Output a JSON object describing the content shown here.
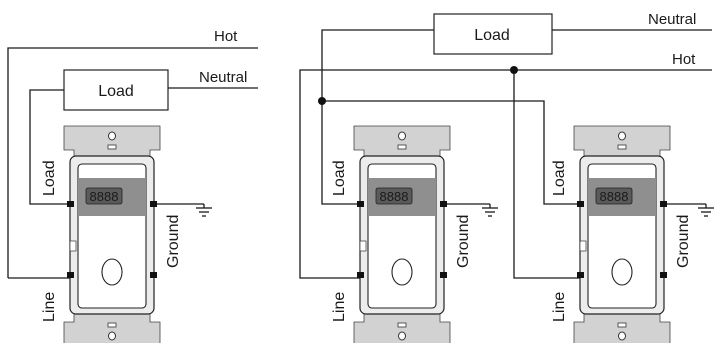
{
  "diagram_left": {
    "hot_label": "Hot",
    "neutral_label": "Neutral",
    "load_box_label": "Load",
    "switch": {
      "display_text": "8888",
      "load_terminal_label": "Load",
      "line_terminal_label": "Line",
      "ground_label": "Ground"
    }
  },
  "diagram_right": {
    "hot_label": "Hot",
    "neutral_label": "Neutral",
    "load_box_label": "Load",
    "switch_a": {
      "display_text": "8888",
      "load_terminal_label": "Load",
      "line_terminal_label": "Line",
      "ground_label": "Ground"
    },
    "switch_b": {
      "display_text": "8888",
      "load_terminal_label": "Load",
      "line_terminal_label": "Line",
      "ground_label": "Ground"
    }
  },
  "colors": {
    "wire": "#1a1a1a",
    "plate": "#d2d2d2",
    "display_band": "#8f8f8f",
    "display_screen": "#5a5a5a",
    "switch_face": "#ffffff"
  }
}
